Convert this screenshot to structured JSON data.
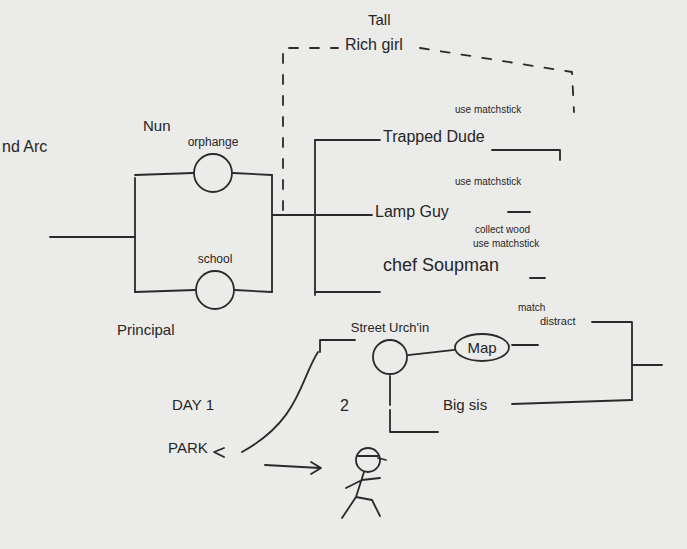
{
  "diagram": {
    "nodes": [
      {
        "text": [
          "orphange"
        ]
      },
      {
        "text": [
          "school"
        ]
      },
      {
        "text": [
          "Street Urch'in"
        ]
      },
      {
        "text": [
          "Map"
        ]
      }
    ],
    "edges": [
      {
        "from": 2,
        "to": 3,
        "arrow": "none"
      }
    ],
    "labels": [
      "nd Arc",
      "Nun",
      "Principal",
      "Tall",
      "Rich girl",
      "use matchstick",
      "Trapped Dude",
      "use matchstick",
      "Lamp Guy",
      "collect wood",
      "use matchstick",
      "chef Soupman",
      "match",
      "distract",
      "Big sis",
      "2",
      "DAY 1",
      "PARK"
    ]
  }
}
